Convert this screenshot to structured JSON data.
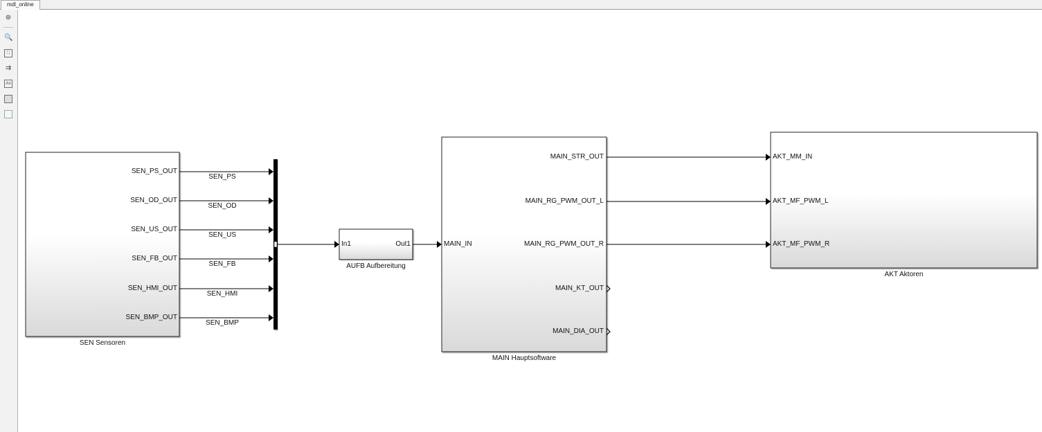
{
  "tab": {
    "label": "mdl_online"
  },
  "toolbar": {
    "icons": [
      "hide-show-explorer-icon",
      "zoom-icon",
      "fit-to-view-icon",
      "arrow-icon",
      "annotation-icon",
      "image-icon",
      "area-icon"
    ]
  },
  "blocks": {
    "sen": {
      "name": "SEN Sensoren",
      "ports": [
        "SEN_PS_OUT",
        "SEN_OD_OUT",
        "SEN_US_OUT",
        "SEN_FB_OUT",
        "SEN_HMI_OUT",
        "SEN_BMP_OUT"
      ]
    },
    "signals": [
      "SEN_PS",
      "SEN_OD",
      "SEN_US",
      "SEN_FB",
      "SEN_HMI",
      "SEN_BMP"
    ],
    "aufb": {
      "name": "AUFB Aufbereitung",
      "in": "In1",
      "out": "Out1"
    },
    "main": {
      "name": "MAIN Hauptsoftware",
      "in": "MAIN_IN",
      "outs": [
        "MAIN_STR_OUT",
        "MAIN_RG_PWM_OUT_L",
        "MAIN_RG_PWM_OUT_R",
        "MAIN_KT_OUT",
        "MAIN_DIA_OUT"
      ]
    },
    "akt": {
      "name": "AKT Aktoren",
      "ins": [
        "AKT_MM_IN",
        "AKT_MF_PWM_L",
        "AKT_MF_PWM_R"
      ]
    }
  }
}
